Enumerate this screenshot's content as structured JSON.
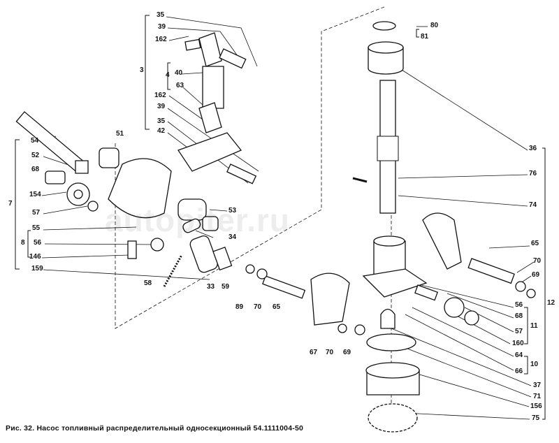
{
  "caption": "Рис. 32. Насос топливный распределительный односекционный 54.1111004-50",
  "watermark": "autopiter.ru",
  "labels": [
    "35",
    "39",
    "162",
    "3",
    "4",
    "40",
    "63",
    "162",
    "39",
    "35",
    "42",
    "51",
    "54",
    "52",
    "68",
    "154",
    "57",
    "7",
    "55",
    "8",
    "56",
    "146",
    "159",
    "53",
    "34",
    "58",
    "33",
    "59",
    "89",
    "70",
    "65",
    "67",
    "70",
    "69",
    "80",
    "81",
    "36",
    "76",
    "74",
    "65",
    "70",
    "69",
    "56",
    "12",
    "68",
    "11",
    "57",
    "160",
    "64",
    "10",
    "66",
    "37",
    "71",
    "156",
    "75"
  ]
}
